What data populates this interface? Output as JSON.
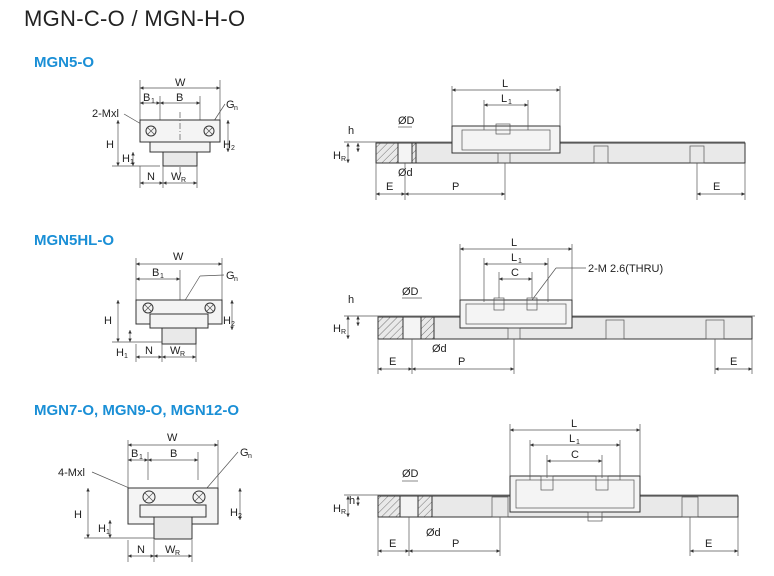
{
  "title": "MGN-C-O / MGN-H-O",
  "sections": [
    {
      "title": "MGN5-O"
    },
    {
      "title": "MGN5HL-O"
    },
    {
      "title": "MGN7-O, MGN9-O, MGN12-O"
    }
  ],
  "labels": {
    "W": "W",
    "B1": "B",
    "B1_sub": "1",
    "B": "B",
    "G": "G",
    "G_sub": "n",
    "M2": "2-Mxl",
    "M4": "4-Mxl",
    "H": "H",
    "H1": "H",
    "H1_sub": "1",
    "H2": "H",
    "H2_sub": "2",
    "N": "N",
    "WR": "W",
    "WR_sub": "R",
    "h": "h",
    "HR": "H",
    "HR_sub": "R",
    "D": "ØD",
    "d": "Ød",
    "E": "E",
    "P": "P",
    "L": "L",
    "L1": "L",
    "L1_sub": "1",
    "C": "C",
    "thru": "2-M 2.6(THRU)"
  }
}
